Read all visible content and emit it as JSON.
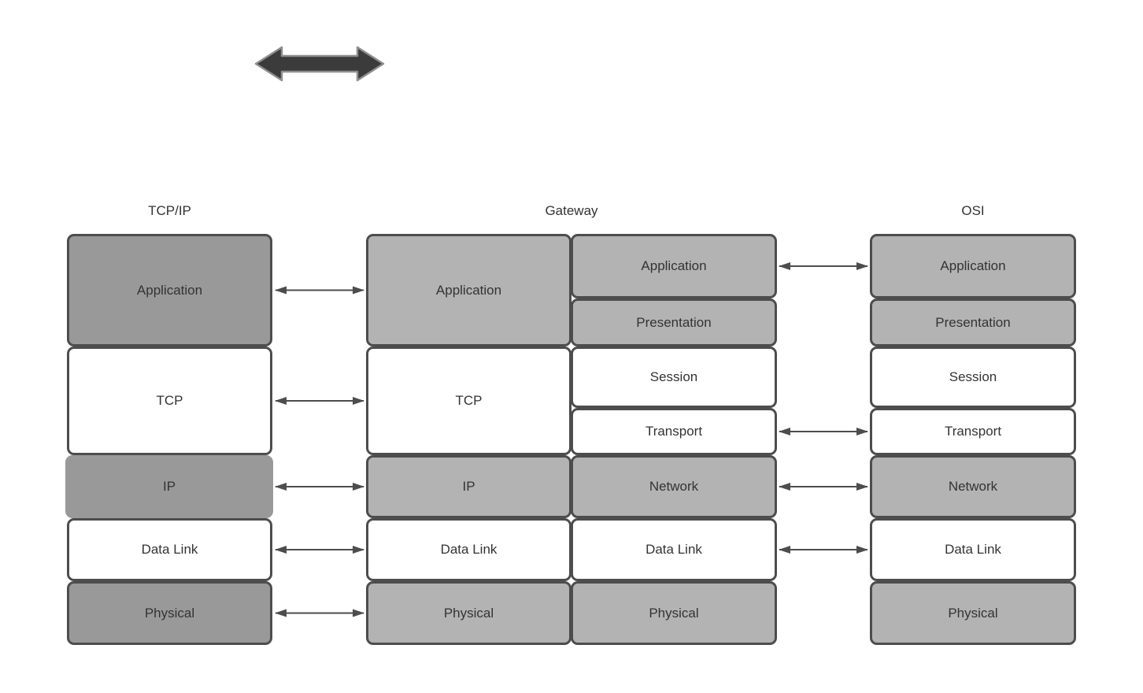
{
  "colors": {
    "border": "#4d4d4d",
    "text": "#333333",
    "dark_fill": "#999999",
    "light_fill": "#b3b3b3",
    "white_fill": "#ffffff",
    "arrow": "#4d4d4d",
    "big_arrow_fill": "#3b3b3b",
    "big_arrow_stroke": "#8f8f8f",
    "background": "#ffffff"
  },
  "icons": {
    "big_double_arrow": "horizontal-double-headed-arrow"
  },
  "headers": {
    "tcpip": "TCP/IP",
    "gateway": "Gateway",
    "osi": "OSI"
  },
  "columns": {
    "tcpip": {
      "title": "TCP/IP",
      "layers": [
        {
          "label": "Application",
          "fill": "dark"
        },
        {
          "label": "TCP",
          "fill": "white"
        },
        {
          "label": "IP",
          "fill": "dark"
        },
        {
          "label": "Data Link",
          "fill": "white"
        },
        {
          "label": "Physical",
          "fill": "dark"
        }
      ]
    },
    "gateway_left": {
      "layers": [
        {
          "label": "Application",
          "fill": "light"
        },
        {
          "label": "TCP",
          "fill": "white"
        },
        {
          "label": "IP",
          "fill": "light"
        },
        {
          "label": "Data Link",
          "fill": "white"
        },
        {
          "label": "Physical",
          "fill": "light"
        }
      ]
    },
    "gateway_right": {
      "layers": [
        {
          "label": "Application",
          "fill": "light"
        },
        {
          "label": "Presentation",
          "fill": "light"
        },
        {
          "label": "Session",
          "fill": "white"
        },
        {
          "label": "Transport",
          "fill": "white"
        },
        {
          "label": "Network",
          "fill": "light"
        },
        {
          "label": "Data Link",
          "fill": "white"
        },
        {
          "label": "Physical",
          "fill": "light"
        }
      ]
    },
    "osi": {
      "title": "OSI",
      "layers": [
        {
          "label": "Application",
          "fill": "light"
        },
        {
          "label": "Presentation",
          "fill": "light"
        },
        {
          "label": "Session",
          "fill": "white"
        },
        {
          "label": "Transport",
          "fill": "white"
        },
        {
          "label": "Network",
          "fill": "light"
        },
        {
          "label": "Data Link",
          "fill": "white"
        },
        {
          "label": "Physical",
          "fill": "light"
        }
      ]
    }
  },
  "connectors": {
    "tcpip_to_gateway": [
      "Application",
      "TCP",
      "IP",
      "Data Link",
      "Physical"
    ],
    "gateway_to_osi": [
      "Application",
      "Transport",
      "Network",
      "Data Link"
    ]
  }
}
